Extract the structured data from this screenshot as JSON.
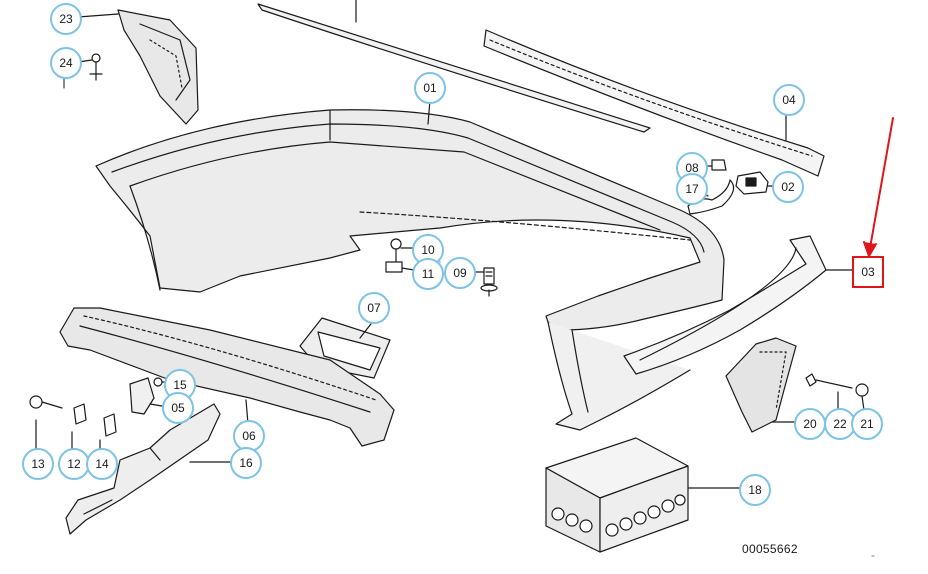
{
  "diagram": {
    "document_number": "00055662",
    "colors": {
      "callout_border": "#7ec3e6",
      "selected_border": "#e0141b",
      "highlight_arrow": "#e0141b",
      "line_art": "#1a1a1a",
      "shade": "#d9d9d9"
    },
    "selected_callout": "03",
    "callouts": [
      {
        "id": "23",
        "part": "wheel-arch-trim-left"
      },
      {
        "id": "24",
        "part": "screw"
      },
      {
        "id": "01",
        "part": "rear-bumper-cover"
      },
      {
        "id": "04",
        "part": "bumper-strip-top"
      },
      {
        "id": "08",
        "part": "clip"
      },
      {
        "id": "17",
        "part": "cable-tie"
      },
      {
        "id": "02",
        "part": "bracket"
      },
      {
        "id": "03",
        "part": "side-trim-strip"
      },
      {
        "id": "10",
        "part": "screw"
      },
      {
        "id": "11",
        "part": "nut-clip"
      },
      {
        "id": "09",
        "part": "expanding-rivet"
      },
      {
        "id": "07",
        "part": "towing-eye-cover"
      },
      {
        "id": "15",
        "part": "nut"
      },
      {
        "id": "05",
        "part": "retainer"
      },
      {
        "id": "06",
        "part": "lower-valance"
      },
      {
        "id": "16",
        "part": "lower-shield"
      },
      {
        "id": "13",
        "part": "bolt"
      },
      {
        "id": "12",
        "part": "clip"
      },
      {
        "id": "14",
        "part": "clip"
      },
      {
        "id": "20",
        "part": "wheel-arch-trim-right"
      },
      {
        "id": "22",
        "part": "bolt"
      },
      {
        "id": "21",
        "part": "nut"
      },
      {
        "id": "18",
        "part": "impact-absorber"
      }
    ]
  }
}
